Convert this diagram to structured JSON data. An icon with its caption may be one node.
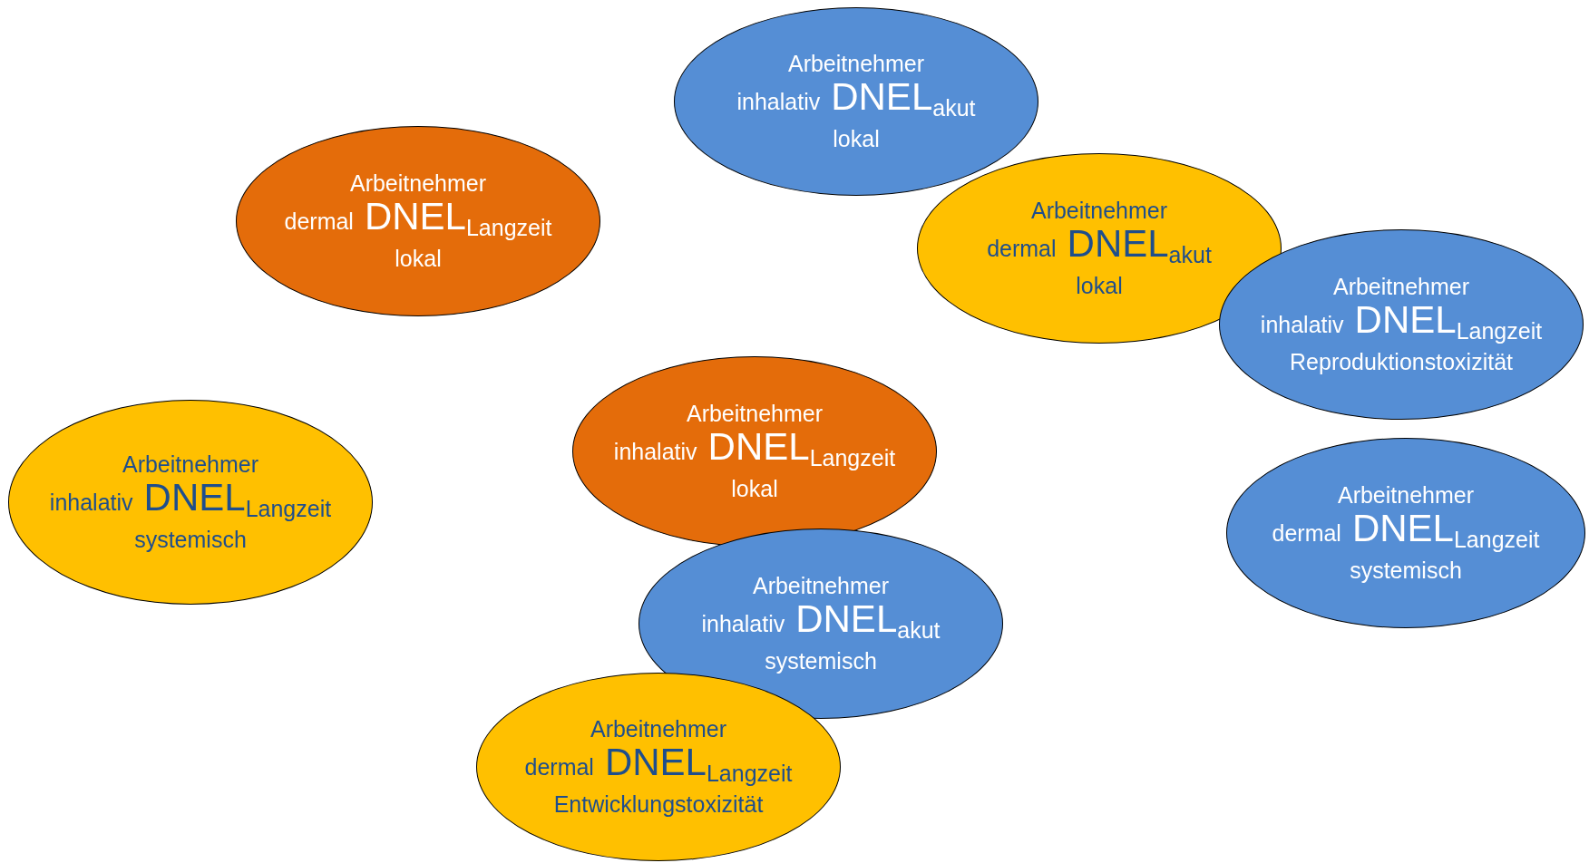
{
  "diagram": {
    "nodes": [
      {
        "text": [
          "Arbeitnehmer",
          "inhalativ",
          "DNEL$_{akut}$",
          "lokal"
        ]
      },
      {
        "text": [
          "Arbeitnehmer",
          "dermal",
          "DNEL$_{Langzeit}$",
          "lokal"
        ]
      },
      {
        "text": [
          "Arbeitnehmer",
          "dermal",
          "DNEL$_{akut}$",
          "lokal"
        ]
      },
      {
        "text": [
          "Arbeitnehmer",
          "inhalativ",
          "DNEL$_{Langzeit}$",
          "Reproduktionstoxizität"
        ]
      },
      {
        "text": [
          "Arbeitnehmer",
          "inhalativ",
          "DNEL$_{Langzeit}$",
          "lokal"
        ]
      },
      {
        "text": [
          "Arbeitnehmer",
          "inhalativ",
          "DNEL$_{Langzeit}$",
          "systemisch"
        ]
      },
      {
        "text": [
          "Arbeitnehmer",
          "dermal",
          "DNEL$_{Langzeit}$",
          "systemisch"
        ]
      },
      {
        "text": [
          "Arbeitnehmer",
          "inhalativ",
          "DNEL$_{akut}$",
          "systemisch"
        ]
      },
      {
        "text": [
          "Arbeitnehmer",
          "dermal",
          "DNEL$_{Langzeit}$",
          "Entwicklungstoxizität"
        ]
      }
    ]
  }
}
